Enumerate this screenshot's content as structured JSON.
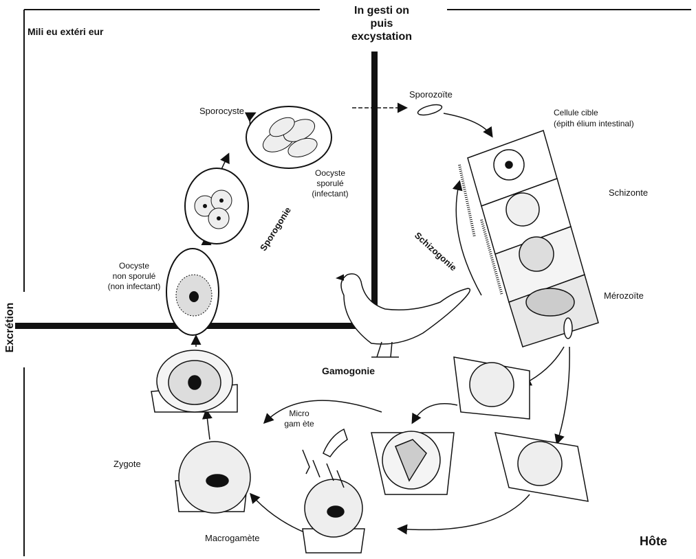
{
  "regions": {
    "outside": "Mili eu extéri eur",
    "host": "Hôte",
    "excretion": "Excrétion",
    "ingestion": [
      "In gesti on",
      "puis",
      "excystation"
    ]
  },
  "phases": {
    "sporogony": "Sporogonie",
    "schizogony": "Schizogonie",
    "gamogony": "Gamogonie"
  },
  "labels": {
    "sporocyste": "Sporocyste",
    "oocyste_sporule": [
      "Oocyste",
      "sporulé",
      "(infectant)"
    ],
    "oocyste_non_sporule": [
      "Oocyste",
      "non sporulé",
      "(non infectant)"
    ],
    "sporozoite": "Sporozoïte",
    "cellule_cible": [
      "Cellule cible",
      "(épith élium intestinal)"
    ],
    "schizonte": "Schizonte",
    "merozoite": "Mérozoïte",
    "microgamete": [
      "Micro",
      "gam ète"
    ],
    "zygote": "Zygote",
    "macrogamete": "Macrogamète"
  }
}
